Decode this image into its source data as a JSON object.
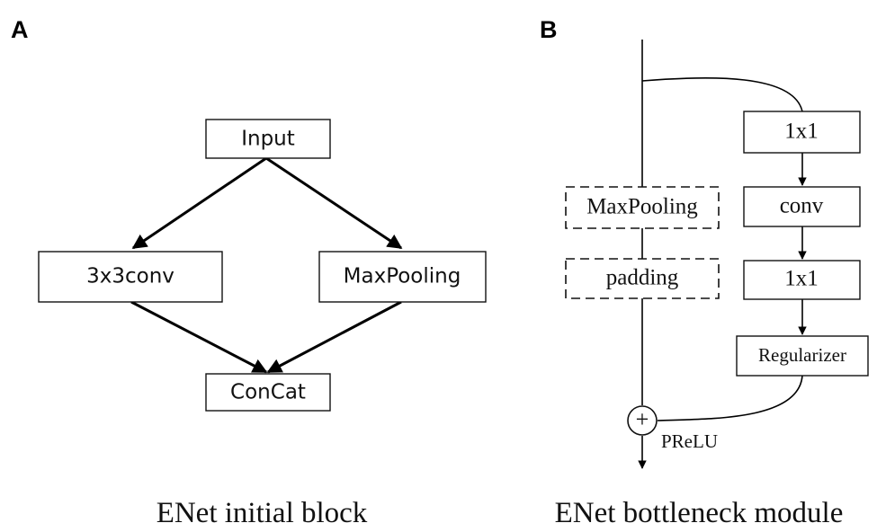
{
  "panel_a": {
    "letter": "A",
    "caption": "ENet initial block",
    "nodes": {
      "input": "Input",
      "conv": "3x3conv",
      "maxpool": "MaxPooling",
      "concat": "ConCat"
    }
  },
  "panel_b": {
    "letter": "B",
    "caption": "ENet bottleneck module",
    "main_branch": {
      "maxpool": "MaxPooling",
      "padding": "padding"
    },
    "side_branch": {
      "conv1x1_top": "1x1",
      "conv": "conv",
      "conv1x1_bottom": "1x1",
      "regularizer": "Regularizer"
    },
    "merge": {
      "symbol": "+",
      "activation": "PReLU"
    }
  }
}
